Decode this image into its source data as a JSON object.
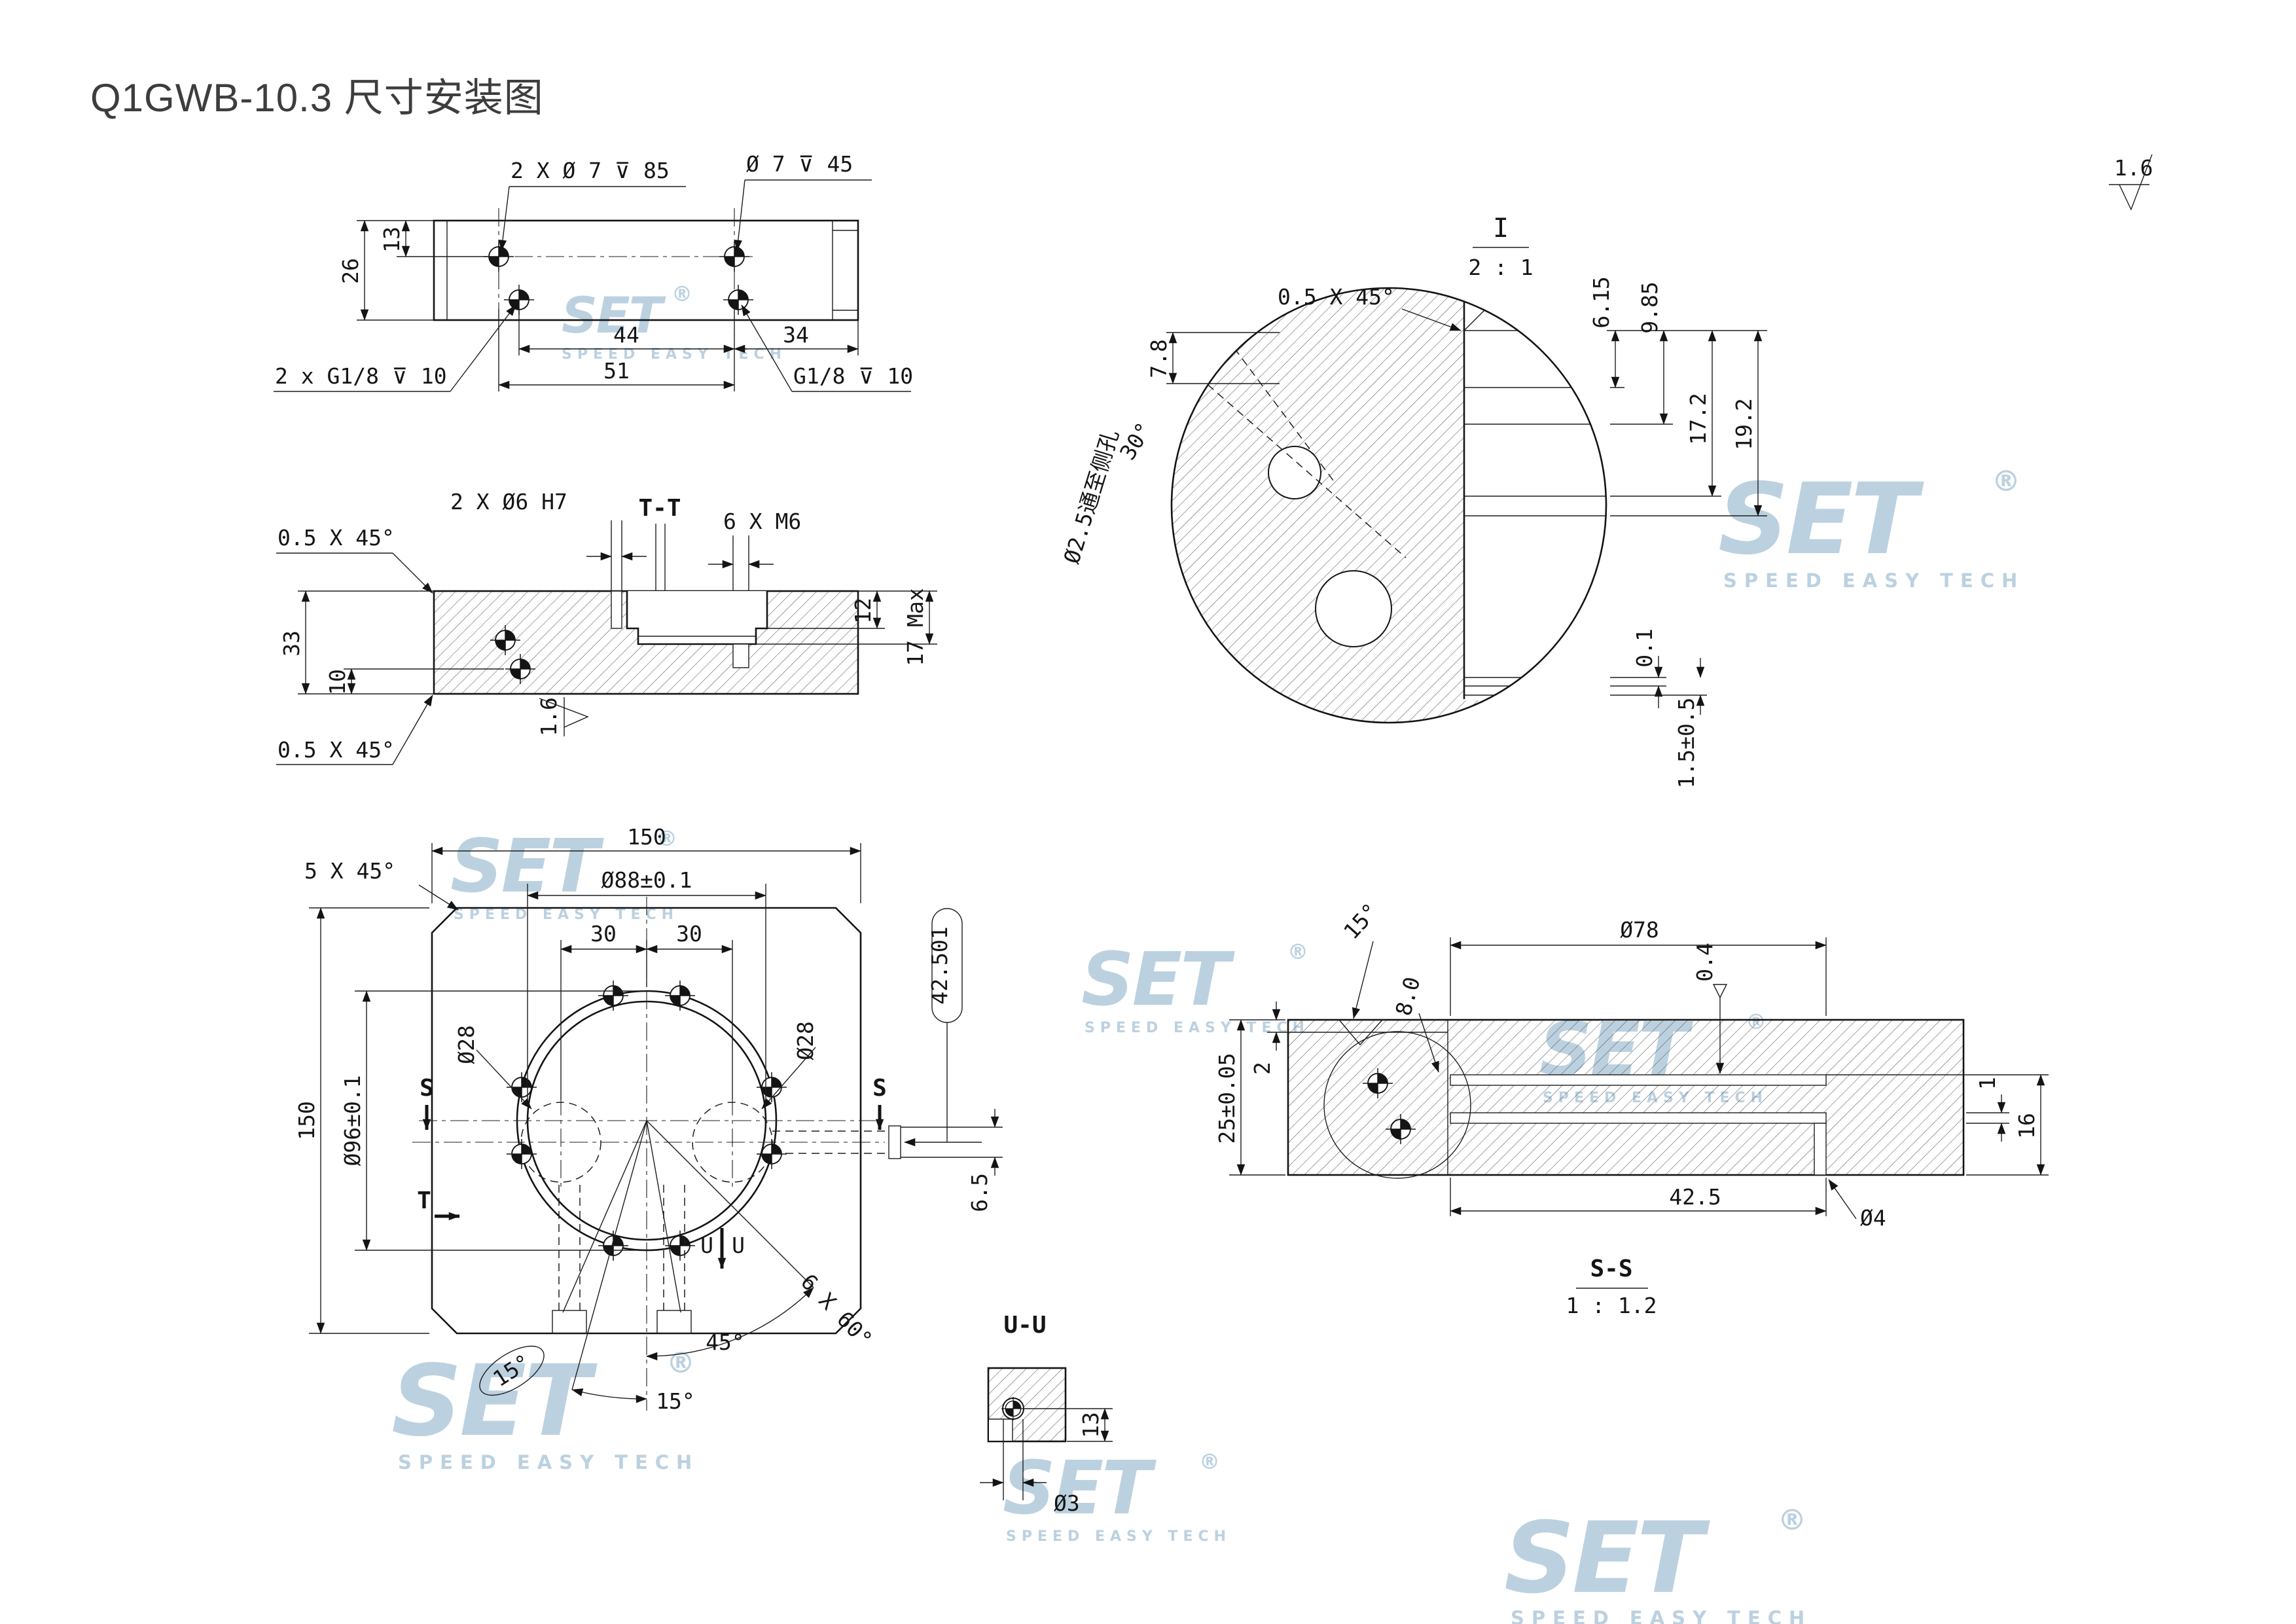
{
  "title": "Q1GWB-10.3 尺寸安装图",
  "corner_finish": "1.6",
  "watermark": {
    "logo": "SET",
    "slogan": "SPEED EASY TECH",
    "reg": "®"
  },
  "view_top": {
    "hole_note_left": "2 X Ø 7 ⊽ 85",
    "hole_note_right": "Ø 7 ⊽ 45",
    "dim_26": "26",
    "dim_13": "13",
    "dim_44": "44",
    "dim_34": "34",
    "dim_51": "51",
    "port_note_left": "2 x G1/8 ⊽ 10",
    "port_note_right": "G1/8 ⊽ 10"
  },
  "view_tt": {
    "dowel_note": "2 X Ø6 H7",
    "section_label": "T-T",
    "thread_note": "6 X M6",
    "dim_12": "12",
    "dim_17max": "17 Max",
    "chamfer_top": "0.5 X 45°",
    "chamfer_bottom": "0.5 X 45°",
    "dim_33": "33",
    "dim_10": "10",
    "finish": "1.6"
  },
  "detail_i": {
    "label": "I",
    "scale": "2 : 1",
    "chamfer": "0.5 X 45°",
    "dim_7_8": "7.8",
    "dim_30deg": "30°",
    "cross_hole_note": "Ø2.5通至侧孔",
    "dim_6_15": "6.15",
    "dim_9_85": "9.85",
    "dim_17_2": "17.2",
    "dim_19_2": "19.2",
    "dim_0_1": "0.1",
    "dim_1_5": "1.5±0.5"
  },
  "view_front": {
    "chamfer_note": "5 X 45°",
    "dim_150_top": "150",
    "dim_d88": "Ø88±0.1",
    "dim_30_left": "30",
    "dim_30_right": "30",
    "dim_d28_left": "Ø28",
    "dim_d28_right": "Ø28",
    "dim_150_left": "150",
    "dim_d96": "Ø96±0.1",
    "sec_s_left": "S",
    "sec_s_right": "S",
    "sec_t": "T",
    "sec_u_left": "U",
    "sec_u_right": "U",
    "dim_42_501": "42.501",
    "dim_6_5": "6.5",
    "dim_45deg": "45°",
    "dim_6x60": "6 X 60°",
    "dim_15_oval": "15°",
    "dim_15deg": "15°"
  },
  "section_ss": {
    "label": "S-S",
    "scale": "1 : 1.2",
    "dim_15deg": "15°",
    "dim_d78": "Ø78",
    "dim_8": "8.0",
    "dim_0_4": "0.4",
    "dim_25": "25±0.05",
    "dim_2": "2",
    "dim_1": "1",
    "dim_16": "16",
    "dim_42_5": "42.5",
    "dim_d4": "Ø4"
  },
  "section_uu": {
    "label": "U-U",
    "dim_13": "13",
    "dim_d3": "Ø3"
  }
}
